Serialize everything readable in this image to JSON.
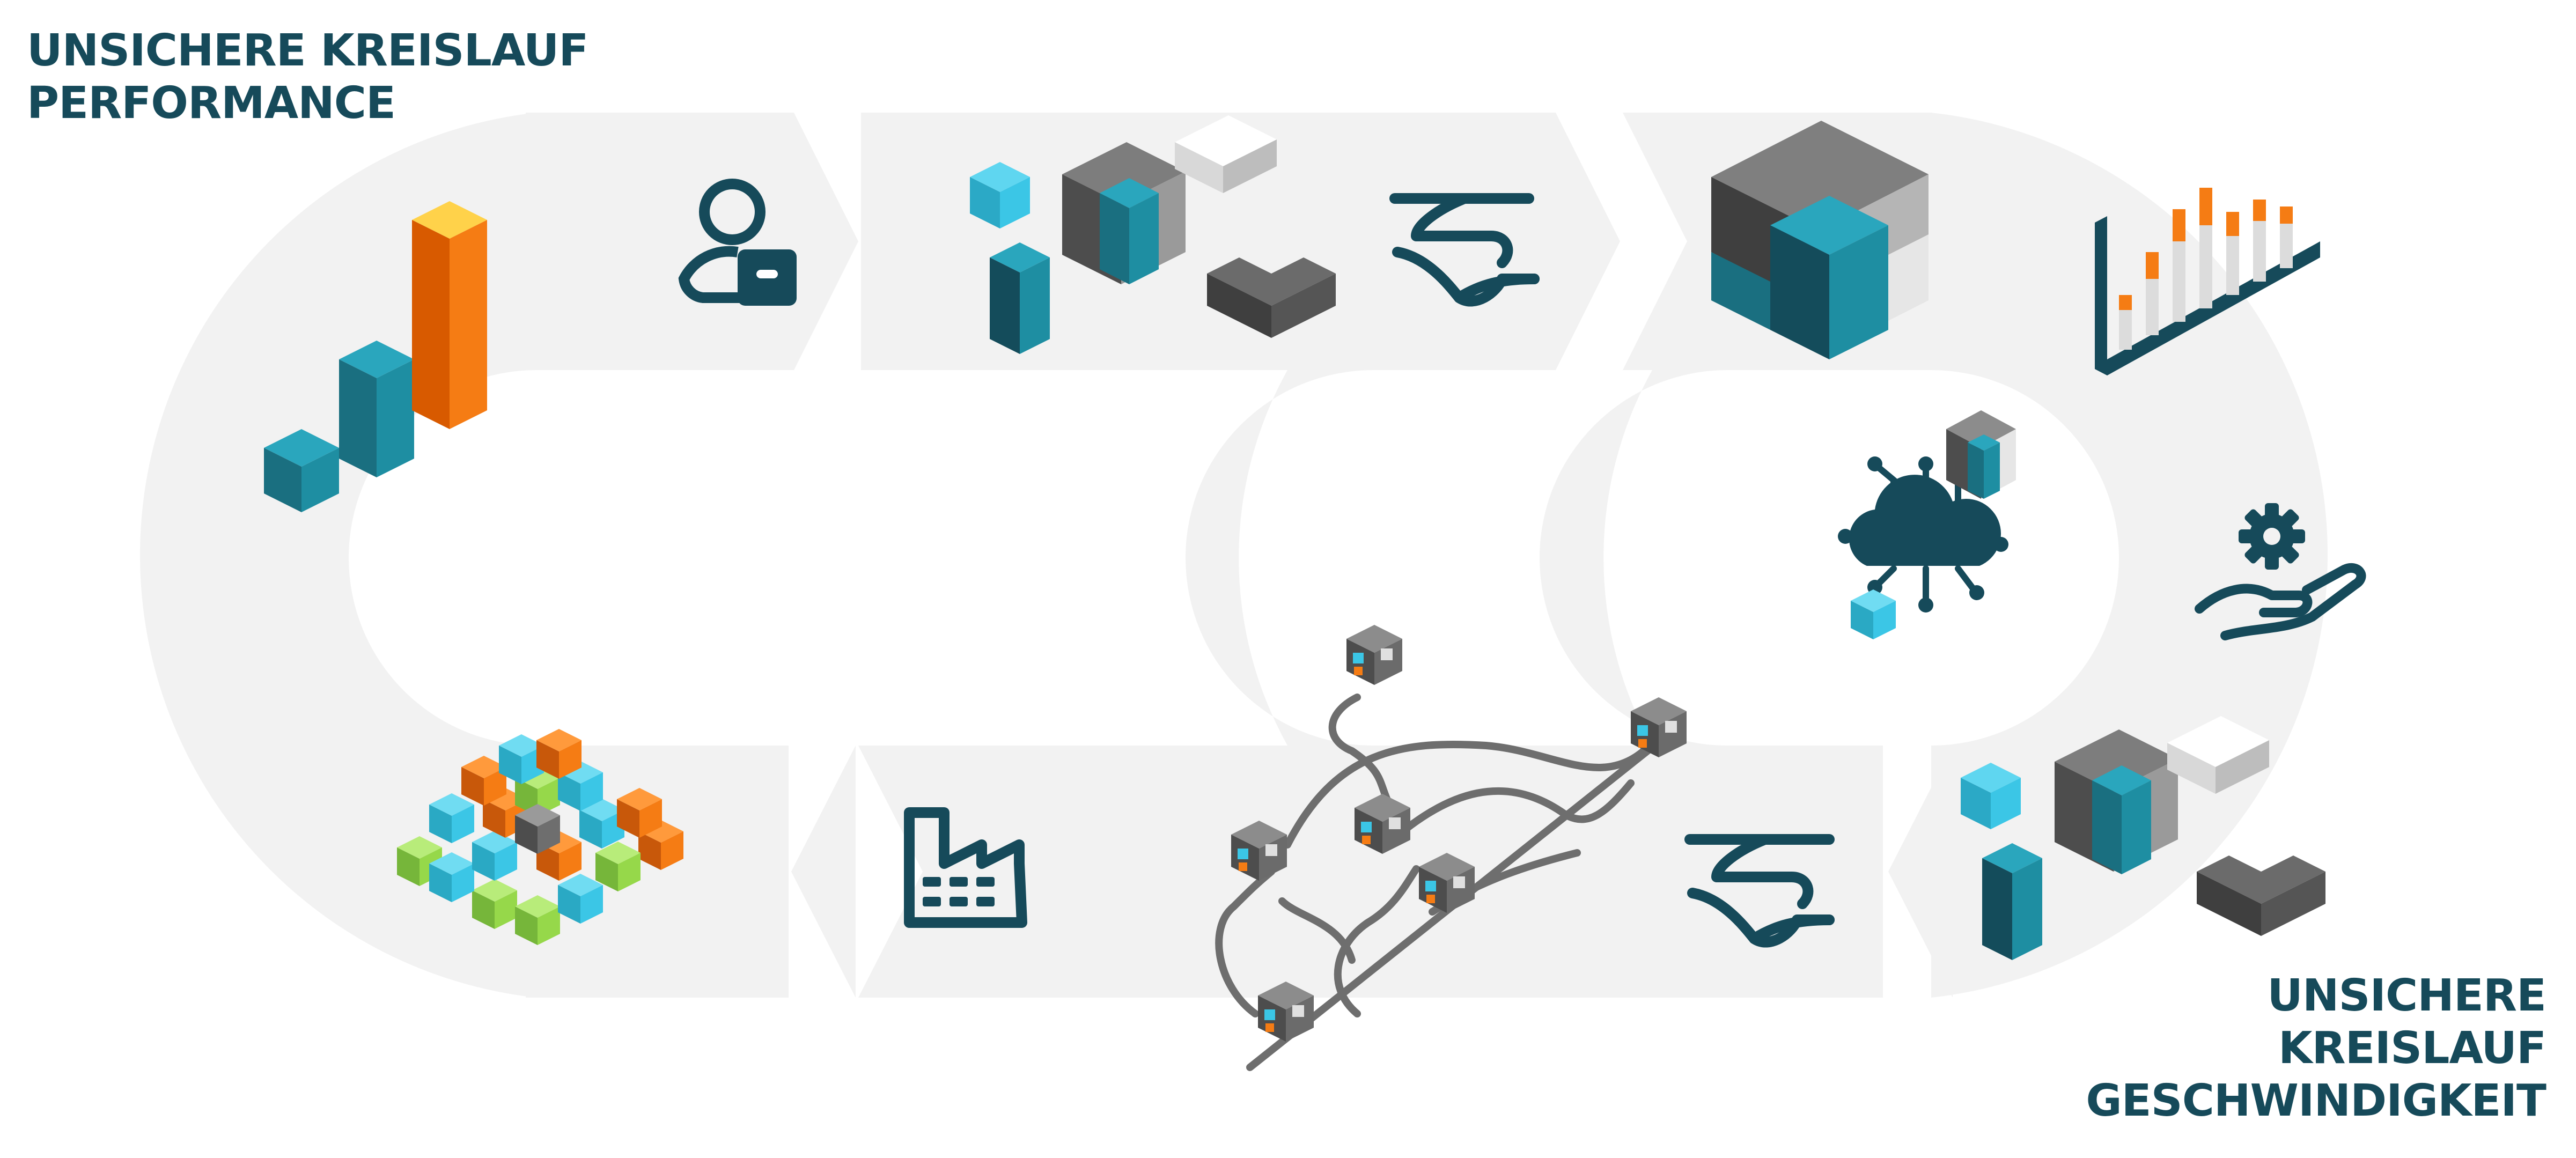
{
  "headings": {
    "performance": {
      "line1": "UNSICHERE KREISLAUF",
      "line2": "PERFORMANCE"
    },
    "speed": {
      "line1": "UNSICHERE",
      "line2": "KREISLAUF",
      "line3": "GESCHWINDIGKEIT"
    }
  },
  "colors": {
    "loop_band": "#f2f2f2",
    "dark_teal": "#164a5a",
    "teal": "#1e8ea2",
    "light_cyan": "#3bc6e6",
    "orange": "#f57c14",
    "yellow": "#ffc01c",
    "green": "#96d84a",
    "gray": "#7a7a7a",
    "dark_gray": "#4d4d4d",
    "light_gray": "#e6e6e6"
  },
  "icons": [
    "rising-bar-chart-icon",
    "user-lock-icon",
    "cube-arrangement-icon",
    "handshake-icon",
    "stacked-cube-icon",
    "orange-bar-chart-icon",
    "cloud-network-icon",
    "gear-hand-icon",
    "cube-arrangement-icon",
    "handshake-icon",
    "factory-icon",
    "cube-network-icon",
    "cube-pile-icon"
  ]
}
